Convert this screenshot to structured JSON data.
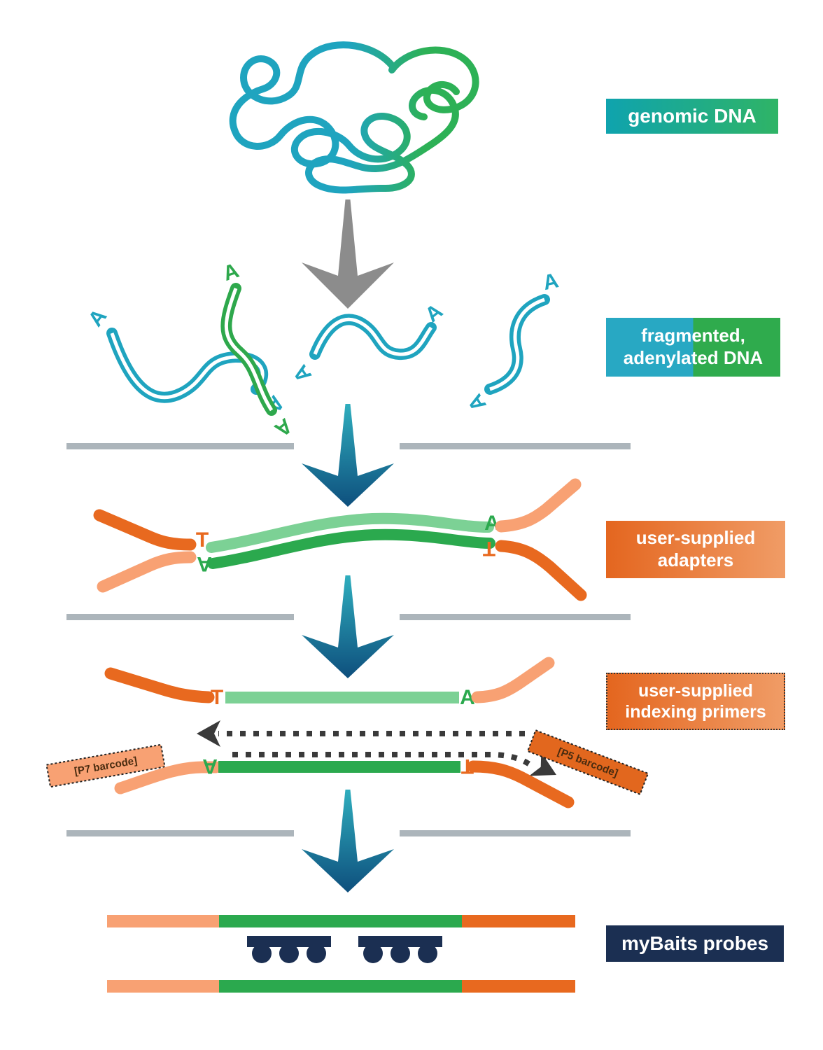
{
  "labels": {
    "genomic_dna": "genomic DNA",
    "fragmented_line1": "fragmented,",
    "fragmented_line2": "adenylated DNA",
    "adapters_line1": "user-supplied",
    "adapters_line2": "adapters",
    "indexing_line1": "user-supplied",
    "indexing_line2": "indexing primers",
    "mybaits": "myBaits probes"
  },
  "bases": {
    "adenine": "A",
    "thymine": "T"
  },
  "barcodes": {
    "p5_label": "[P5 barcode]",
    "p7_label": "[P7 barcode]"
  },
  "colors": {
    "teal": "#1FA4BF",
    "green": "#2EAC4E",
    "light_green": "#7CD195",
    "dark_green": "#2BA94E",
    "dark_orange": "#E8691F",
    "light_orange": "#F8A173",
    "navy": "#1B2F52",
    "gray_arrow": "#8C8C8C",
    "divider_gray": "#ACB5BB",
    "dotted_arrow": "#3A3A3A",
    "arrow_gradient_top": "#2FAEBE",
    "arrow_gradient_bottom": "#0E4F7D"
  }
}
